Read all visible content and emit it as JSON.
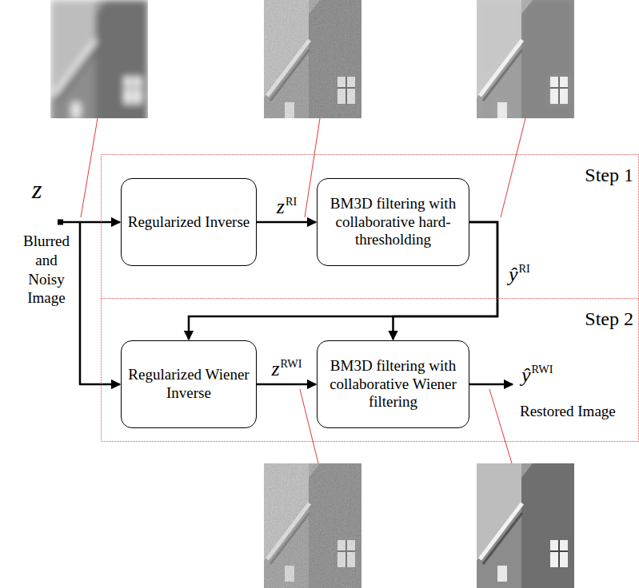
{
  "diagram": {
    "nodes": [
      {
        "text": [
          "Step 1"
        ]
      },
      {
        "text": [
          "Regularized Inverse"
        ],
        "in": 0
      },
      {
        "text": [
          "BM3D filtering with collaborative hard-thresholding"
        ],
        "in": 0
      },
      {
        "text": [
          "Step 2"
        ]
      },
      {
        "text": [
          "Regularized Wiener Inverse"
        ],
        "in": 3
      },
      {
        "text": [
          "BM3D filtering with collaborative Wiener filtering"
        ],
        "in": 3
      }
    ],
    "edges": [
      {
        "from": 1,
        "to": 2,
        "arrow": "to",
        "label": "zRI"
      },
      {
        "from": 2,
        "to": 4,
        "arrow": "to",
        "label": "ŷRI"
      },
      {
        "from": 2,
        "to": 5,
        "arrow": "to"
      },
      {
        "from": 4,
        "to": 5,
        "arrow": "to",
        "label": "zRWI"
      }
    ],
    "labels": [
      "z",
      "Blurred and Noisy Image",
      "ŷRWI",
      "Restored Image"
    ]
  }
}
